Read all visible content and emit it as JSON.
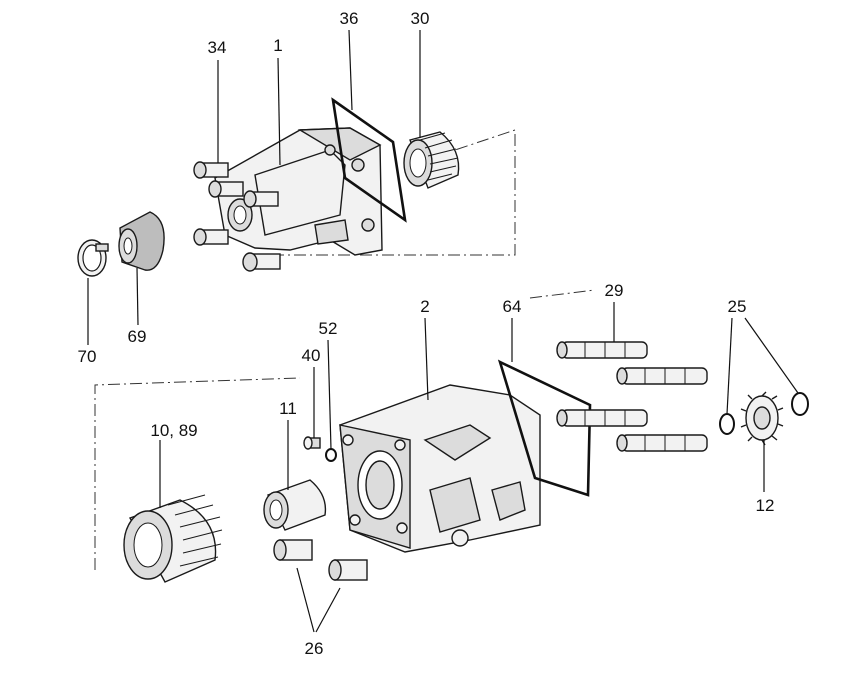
{
  "diagram": {
    "callouts": [
      {
        "id": "c34",
        "text": "34"
      },
      {
        "id": "c1",
        "text": "1"
      },
      {
        "id": "c36",
        "text": "36"
      },
      {
        "id": "c30",
        "text": "30"
      },
      {
        "id": "c70",
        "text": "70"
      },
      {
        "id": "c69",
        "text": "69"
      },
      {
        "id": "c2",
        "text": "2"
      },
      {
        "id": "c64",
        "text": "64"
      },
      {
        "id": "c29",
        "text": "29"
      },
      {
        "id": "c25",
        "text": "25"
      },
      {
        "id": "c52",
        "text": "52"
      },
      {
        "id": "c40",
        "text": "40"
      },
      {
        "id": "c11",
        "text": "11"
      },
      {
        "id": "c1089",
        "text": "10, 89"
      },
      {
        "id": "c12",
        "text": "12"
      },
      {
        "id": "c26",
        "text": "26"
      }
    ]
  }
}
